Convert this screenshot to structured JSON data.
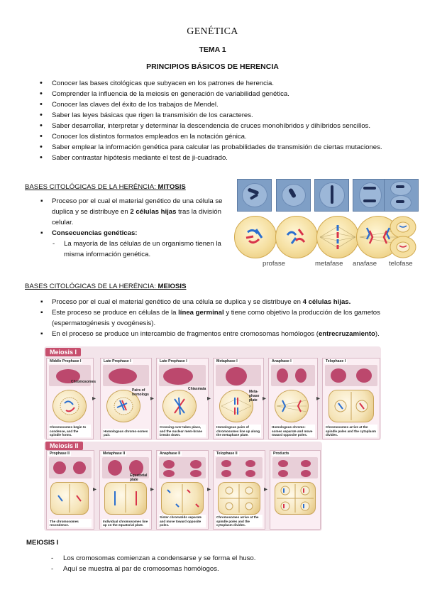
{
  "header": {
    "title": "GENÉTICA",
    "tema": "TEMA 1",
    "subtitle": "PRINCIPIOS BÁSICOS DE HERENCIA"
  },
  "objectives": [
    "Conocer las bases citológicas que subyacen en los patrones de herencia.",
    "Comprender la influencia de la meiosis en generación de variabilidad genética.",
    "Conocer las claves del éxito de los trabajos de Mendel.",
    "Saber las leyes básicas que rigen la transmisión de los caracteres.",
    "Saber desarrollar, interpretar y determinar la descendencia de cruces monohíbridos y dihíbridos sencillos.",
    "Conocer los distintos formatos empleados en la notación génica.",
    "Saber emplear la información genética para calcular las probabilidades de transmisión de ciertas mutaciones.",
    "Saber contrastar hipótesis mediante el test de ji-cuadrado."
  ],
  "mitosis_section": {
    "heading_prefix": "BASES CITOLÓGICAS DE LA HERÉNCIA: ",
    "heading_bold": "MITOSIS",
    "bullet1_a": "Proceso por el cual el material genético de una célula se duplica y se distribuye en ",
    "bullet1_b": "2 células hijas",
    "bullet1_c": " tras la división celular.",
    "bullet2": "Consecuencias genéticas:",
    "sub1": "La mayoría de las células de un organismo tienen la misma información genética.",
    "phases": [
      "profase",
      "metafase",
      "anafase",
      "telofase"
    ]
  },
  "meiosis_section": {
    "heading_prefix": "BASES CITOLÓGICAS DE LA HERÉNCIA: ",
    "heading_bold": "MEIOSIS",
    "b1_a": "Proceso por el cual el material genético de una célula se duplica y se distribuye en ",
    "b1_b": "4 células hijas.",
    "b2_a": "Este proceso se produce en células de la ",
    "b2_b": "línea germinal",
    "b2_c": " y tiene como objetivo la producción de los gametos (espermatogénesis y ovogénesis).",
    "b3_a": "En el proceso se produce un intercambio de fragmentos entre cromosomas homólogos (",
    "b3_b": "entrecruzamiento",
    "b3_c": ")."
  },
  "meiosis_figure": {
    "meiosis1_tag": "Meiosis I",
    "meiosis2_tag": "Meiosis II",
    "row1": [
      {
        "title": "Middle Prophase I",
        "caption": "Chromosomes begin to condense, and the spindle forms."
      },
      {
        "title": "Late Prophase I",
        "caption": "Homologous chromo-somes pair."
      },
      {
        "title": "Late Prophase I",
        "caption": "Crossing over takes place, and the nuclear mem-brane breaks down."
      },
      {
        "title": "Metaphase I",
        "caption": "Homologous pairs of chromosomes line up along the metaphase plate."
      },
      {
        "title": "Anaphase I",
        "caption": "Homologous chromo-somes separate and move toward opposite poles."
      },
      {
        "title": "Telophase I",
        "caption": "Chromosomes arrive at the spindle poles and the cytoplasm divides."
      }
    ],
    "row2": [
      {
        "title": "Prophase II",
        "caption": "The chromosomes recondense."
      },
      {
        "title": "Metaphase II",
        "caption": "Individual chromosomes line up on the equatorial plate."
      },
      {
        "title": "Anaphase II",
        "caption": "Sister chromatids separate and move toward opposite poles."
      },
      {
        "title": "Telophase II",
        "caption": "Chromosomes arrive at the spindle poles and the cytoplasm divides."
      },
      {
        "title": "Products",
        "caption": ""
      }
    ],
    "labels": {
      "chromosomes": "Chromosomes",
      "pairs": "Pairs of homologs",
      "chiasmata": "Chiasmata",
      "metaphase_plate": "Meta-phase plate",
      "equatorial_plate": "Equatorial plate"
    }
  },
  "meiosis_i": {
    "heading": "MEIOSIS I",
    "items": [
      "Los cromosomas comienzan a condensarse y se forma el huso.",
      "Aquí se muestra al par de cromosomas homólogos."
    ]
  }
}
